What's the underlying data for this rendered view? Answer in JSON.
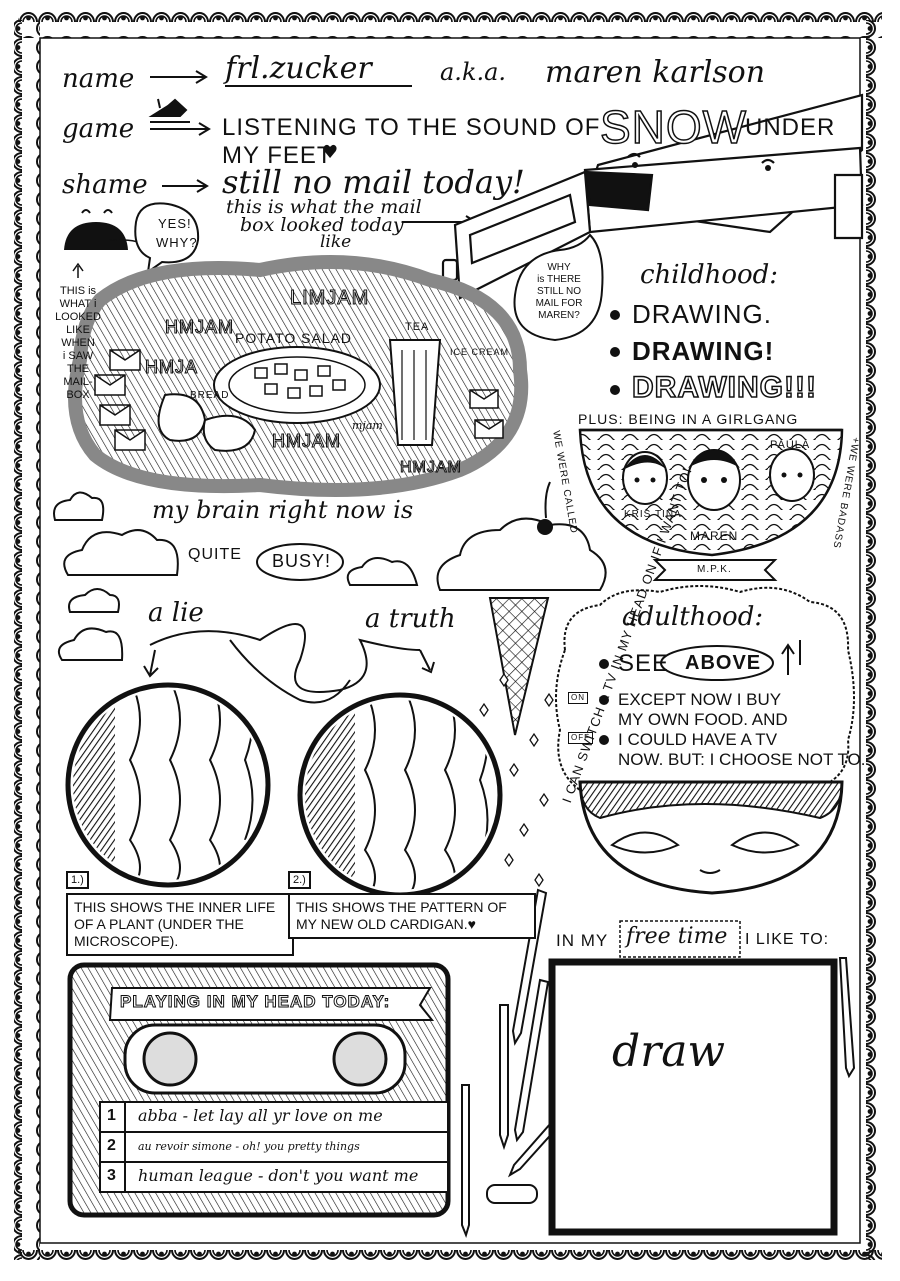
{
  "profile": {
    "name_label": "name",
    "name_value": "frl.zucker",
    "aka": "a.k.a.",
    "name_alias": "maren karlson",
    "game_label": "game",
    "game_value_1": "LISTENING TO THE SOUND OF",
    "game_snow": "SNOW",
    "game_under": "UNDER",
    "game_value_2": "MY FEET",
    "shame_label": "shame",
    "shame_value": "still no mail today!",
    "mailbox_caption_1": "this is what the mail",
    "mailbox_caption_2": "box looked today",
    "mailbox_caption_3": "like"
  },
  "self_portrait": {
    "bubble_1": "YES!",
    "bubble_2": "WHY?",
    "note": [
      "THIS is",
      "WHAT i",
      "LOOKED",
      "LIKE",
      "WHEN",
      "i SAW",
      "THE",
      "MAIL-",
      "BOX"
    ]
  },
  "why_bubble": [
    "WHY",
    "is THERE",
    "STILL NO",
    "MAIL FOR",
    "MAREN?"
  ],
  "food_cloud": {
    "labels": [
      "LIMJAM",
      "HMJAM",
      "HMJA",
      "POTATO SALAD",
      "TEA",
      "ICE CREAM",
      "BREAD",
      "HMJAM",
      "mjam",
      "HMJAM"
    ]
  },
  "childhood": {
    "heading": "childhood:",
    "items": [
      "DRAWING.",
      "DRAWING!",
      "DRAWING!!!"
    ],
    "plus": "PLUS: BEING IN A GIRLGANG",
    "called": "WE WERE CALLED",
    "badass": "+WE WERE BADASS",
    "names": [
      "KRIS TINA",
      "MAREN",
      "PAULA"
    ],
    "banner": "M.P.K."
  },
  "brain": {
    "line_1": "my brain right now is",
    "quite": "QUITE",
    "busy": "BUSY!"
  },
  "lie_truth": {
    "lie": "a lie",
    "truth": "a truth",
    "num_1": "1.)",
    "num_2": "2.)",
    "caption_1": "THIS SHOWS THE INNER LIFE OF A PLANT (UNDER THE MICROSCOPE).",
    "caption_2": "THIS SHOWS THE PATTERN OF MY NEW OLD CARDIGAN.♥"
  },
  "adulthood": {
    "heading": "adulthood:",
    "see": "SEE",
    "above": "ABOVE",
    "on": "ON",
    "off": "OFF",
    "except_lines": [
      "EXCEPT NOW I BUY",
      "MY OWN FOOD. AND",
      "I COULD HAVE A TV",
      "NOW. BUT: I CHOOSE NOT TO."
    ],
    "vertical": "I CAN SWITCH A TV IN MY HEAD ON IF I WANT TO!"
  },
  "cassette": {
    "title": "PLAYING IN MY HEAD TODAY:",
    "tracks": [
      {
        "n": "1",
        "title": "abba - let lay all yr love on me"
      },
      {
        "n": "2",
        "title": "au revoir simone - oh! you pretty things"
      },
      {
        "n": "3",
        "title": "human league - don't you want me"
      }
    ]
  },
  "free_time": {
    "prefix": "IN MY",
    "free": "free time",
    "suffix": "I LIKE TO:",
    "answer": "draw"
  },
  "colors": {
    "ink": "#111111",
    "grey": "#bdbdbd",
    "paper": "#ffffff"
  },
  "icons": [
    "scallop-border",
    "boot-icon",
    "mailbox-icon",
    "cloud-icon",
    "ice-cream-icon",
    "pencil-icon",
    "eraser-icon",
    "cassette-icon",
    "face-icon"
  ]
}
